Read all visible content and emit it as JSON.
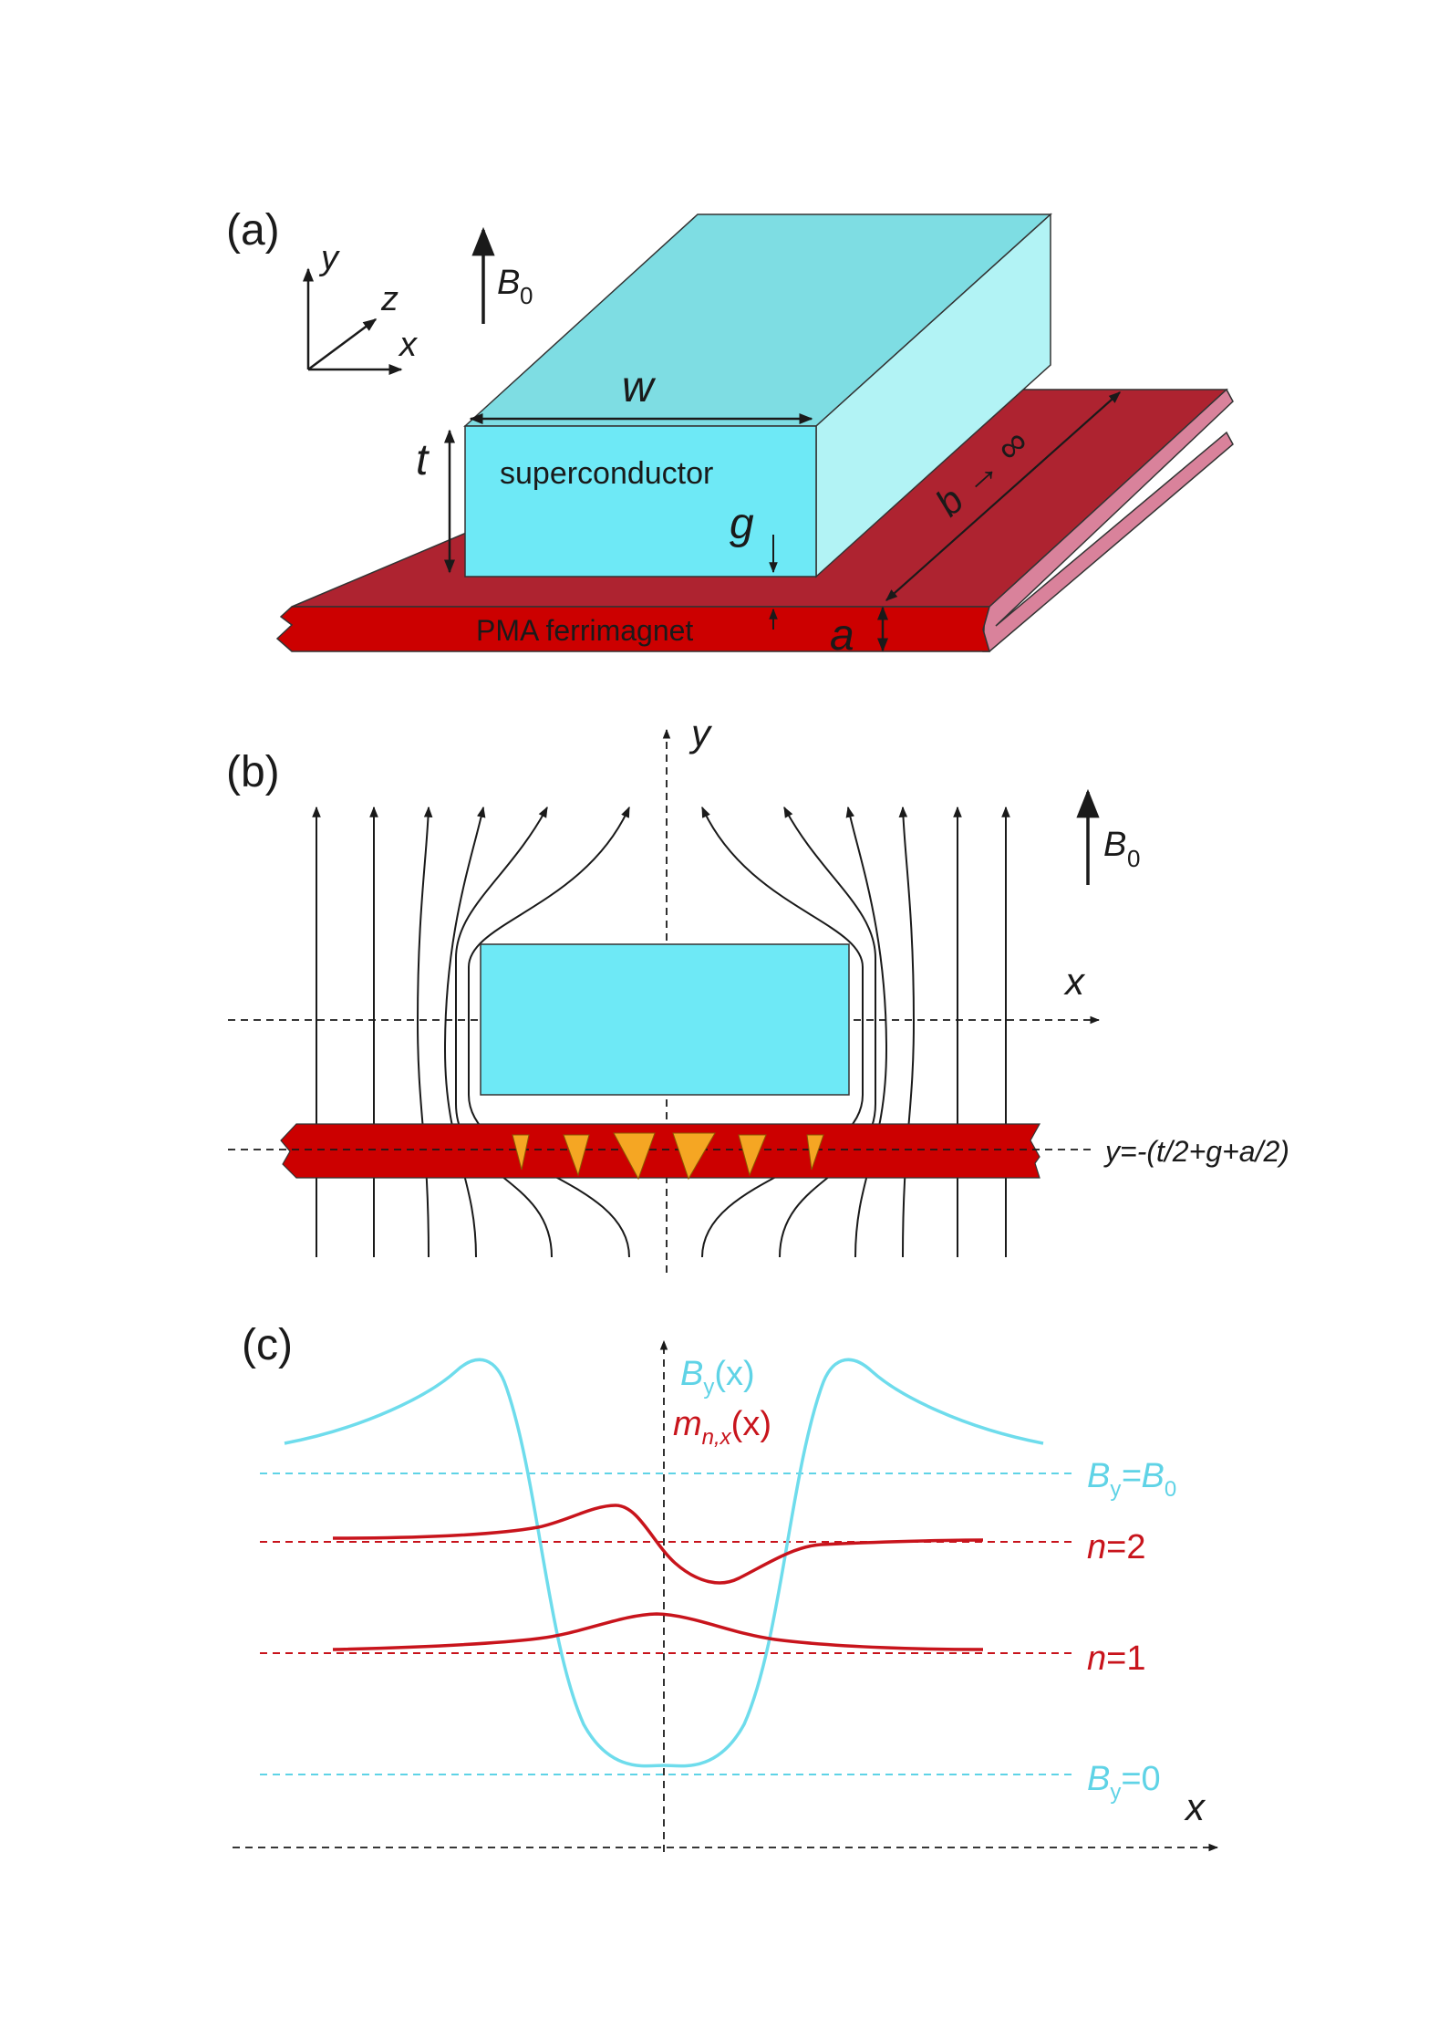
{
  "panel_a": {
    "label": "(a)",
    "axis_y": "y",
    "axis_z": "z",
    "axis_x": "x",
    "field_label": "B",
    "field_sub": "0",
    "width_label": "w",
    "thickness_label": "t",
    "gap_label": "g",
    "film_thickness_label": "a",
    "length_label": "b → ∞",
    "superconductor_label": "superconductor",
    "ferrimagnet_label": "PMA ferrimagnet"
  },
  "panel_b": {
    "label": "(b)",
    "axis_y": "y",
    "axis_x": "x",
    "field_label": "B",
    "field_sub": "0",
    "film_center_label": "y=-(t/2+g+a/2)"
  },
  "panel_c": {
    "label": "(c)",
    "by_label_main": "B",
    "by_label_sub": "y",
    "by_label_arg": "(x)",
    "m_label_main": "m",
    "m_label_sub": "n,x",
    "m_label_arg": "(x)",
    "ref_b0_a": "B",
    "ref_b0_sub1": "y",
    "ref_b0_eq": "=B",
    "ref_b0_sub2": "0",
    "ref_n2_n": "n",
    "ref_n2_val": "=2",
    "ref_n1_n": "n",
    "ref_n1_val": "=1",
    "ref_zero_a": "B",
    "ref_zero_sub": "y",
    "ref_zero_val": "=0",
    "axis_x": "x"
  },
  "colors": {
    "superconductor_top": "#7edde3",
    "superconductor_front": "#6ee9f6",
    "superconductor_side": "#b2f3f5",
    "ferrimagnet_top": "#ae2330",
    "ferrimagnet_front": "#cc0000",
    "ferrimagnet_edge": "#d9829b",
    "field_curve": "#6edcec",
    "magnon_curve": "#c8141c",
    "cone": "#f5a623"
  }
}
